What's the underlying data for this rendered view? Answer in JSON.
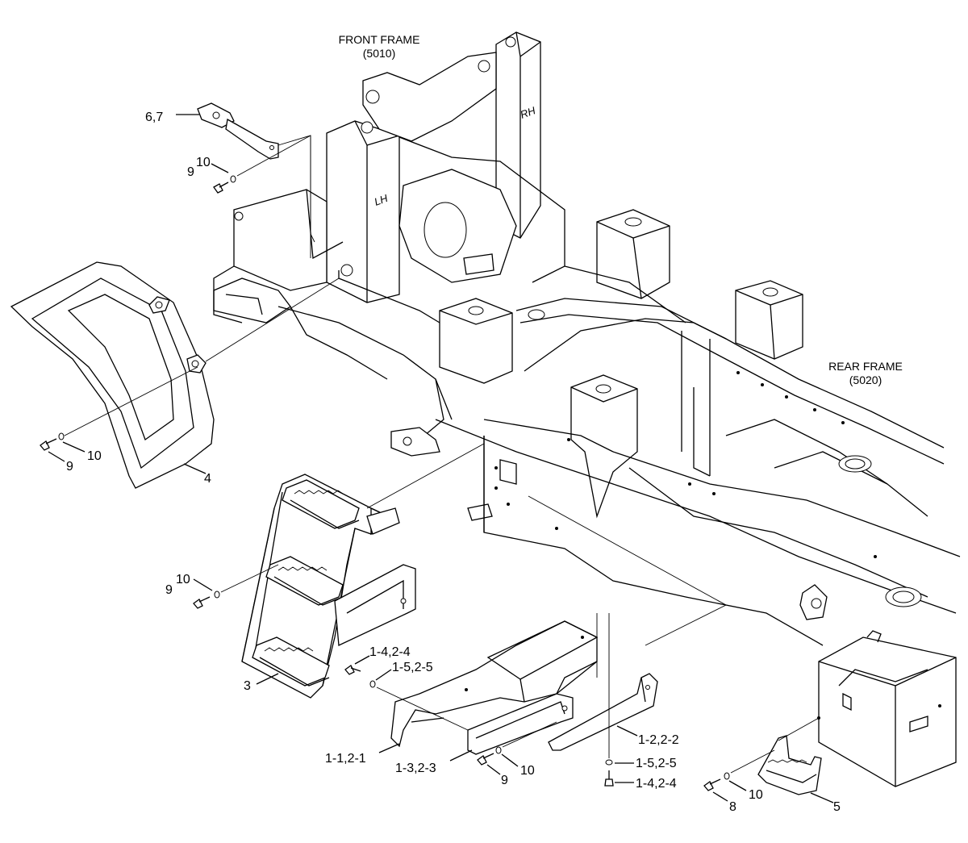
{
  "frames": {
    "front": {
      "title": "FRONT FRAME",
      "code": "(5010)"
    },
    "rear": {
      "title": "REAR FRAME",
      "code": "(5020)"
    },
    "lh": "LH",
    "rh": "RH"
  },
  "callouts": {
    "c_67": "6,7",
    "c_9a": "9",
    "c_10a": "10",
    "c_9b": "9",
    "c_10b": "10",
    "c_4": "4",
    "c_9c": "9",
    "c_10c": "10",
    "c_3": "3",
    "c_14_24a": "1-4,2-4",
    "c_15_25a": "1-5,2-5",
    "c_11_21": "1-1,2-1",
    "c_13_23": "1-3,2-3",
    "c_9d": "9",
    "c_10d": "10",
    "c_12_22": "1-2,2-2",
    "c_15_25b": "1-5,2-5",
    "c_14_24b": "1-4,2-4",
    "c_8": "8",
    "c_10e": "10",
    "c_5": "5"
  }
}
